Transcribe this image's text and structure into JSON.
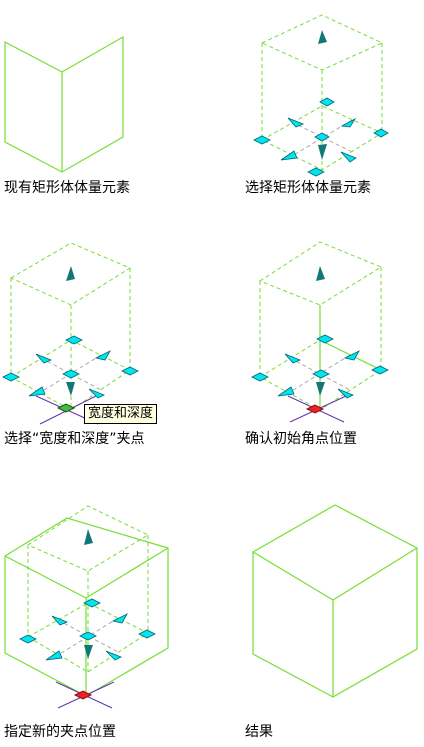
{
  "captions": {
    "step1": "现有矩形体体量元素",
    "step2": "选择矩形体体量元素",
    "step3": "选择“宽度和深度”夹点",
    "step4": "确认初始角点位置",
    "step5": "指定新的夹点位置",
    "step6": "结果"
  },
  "tooltip": "宽度和深度",
  "colors": {
    "edge": "#77dd33",
    "grip": "#00e5ee",
    "grip_stroke": "#006677",
    "arrow": "#117777",
    "hot_grip": "#ee2222",
    "selected_grip": "#44bb44",
    "cursor": "#6633aa",
    "tooltip_bg": "#ffffe1"
  },
  "icons": [
    "diamond-grip-icon",
    "triangle-arrow-grip-icon",
    "crosshair-cursor-icon"
  ]
}
